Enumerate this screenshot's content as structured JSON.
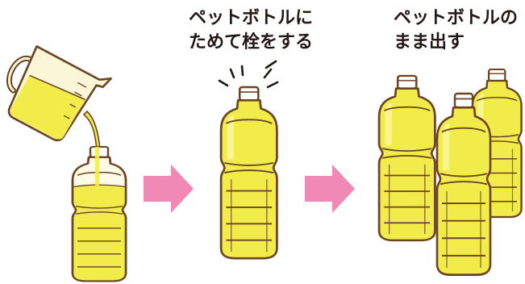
{
  "steps": [
    {
      "label_line1": "",
      "label_line2": ""
    },
    {
      "label_line1": "ペットボトルに",
      "label_line2": "ためて栓をする"
    },
    {
      "label_line1": "ペットボトルの",
      "label_line2": "まま出す"
    }
  ],
  "colors": {
    "oil": "#f2ec4a",
    "oil_shade": "#e3d82c",
    "outline": "#6b4423",
    "arrow": "#f08ab5",
    "text": "#231815",
    "jug_glass": "#fbf6d8"
  },
  "icons": [
    "pitcher-icon",
    "bottle-icon",
    "arrow-right-icon",
    "sparkle-icon"
  ]
}
